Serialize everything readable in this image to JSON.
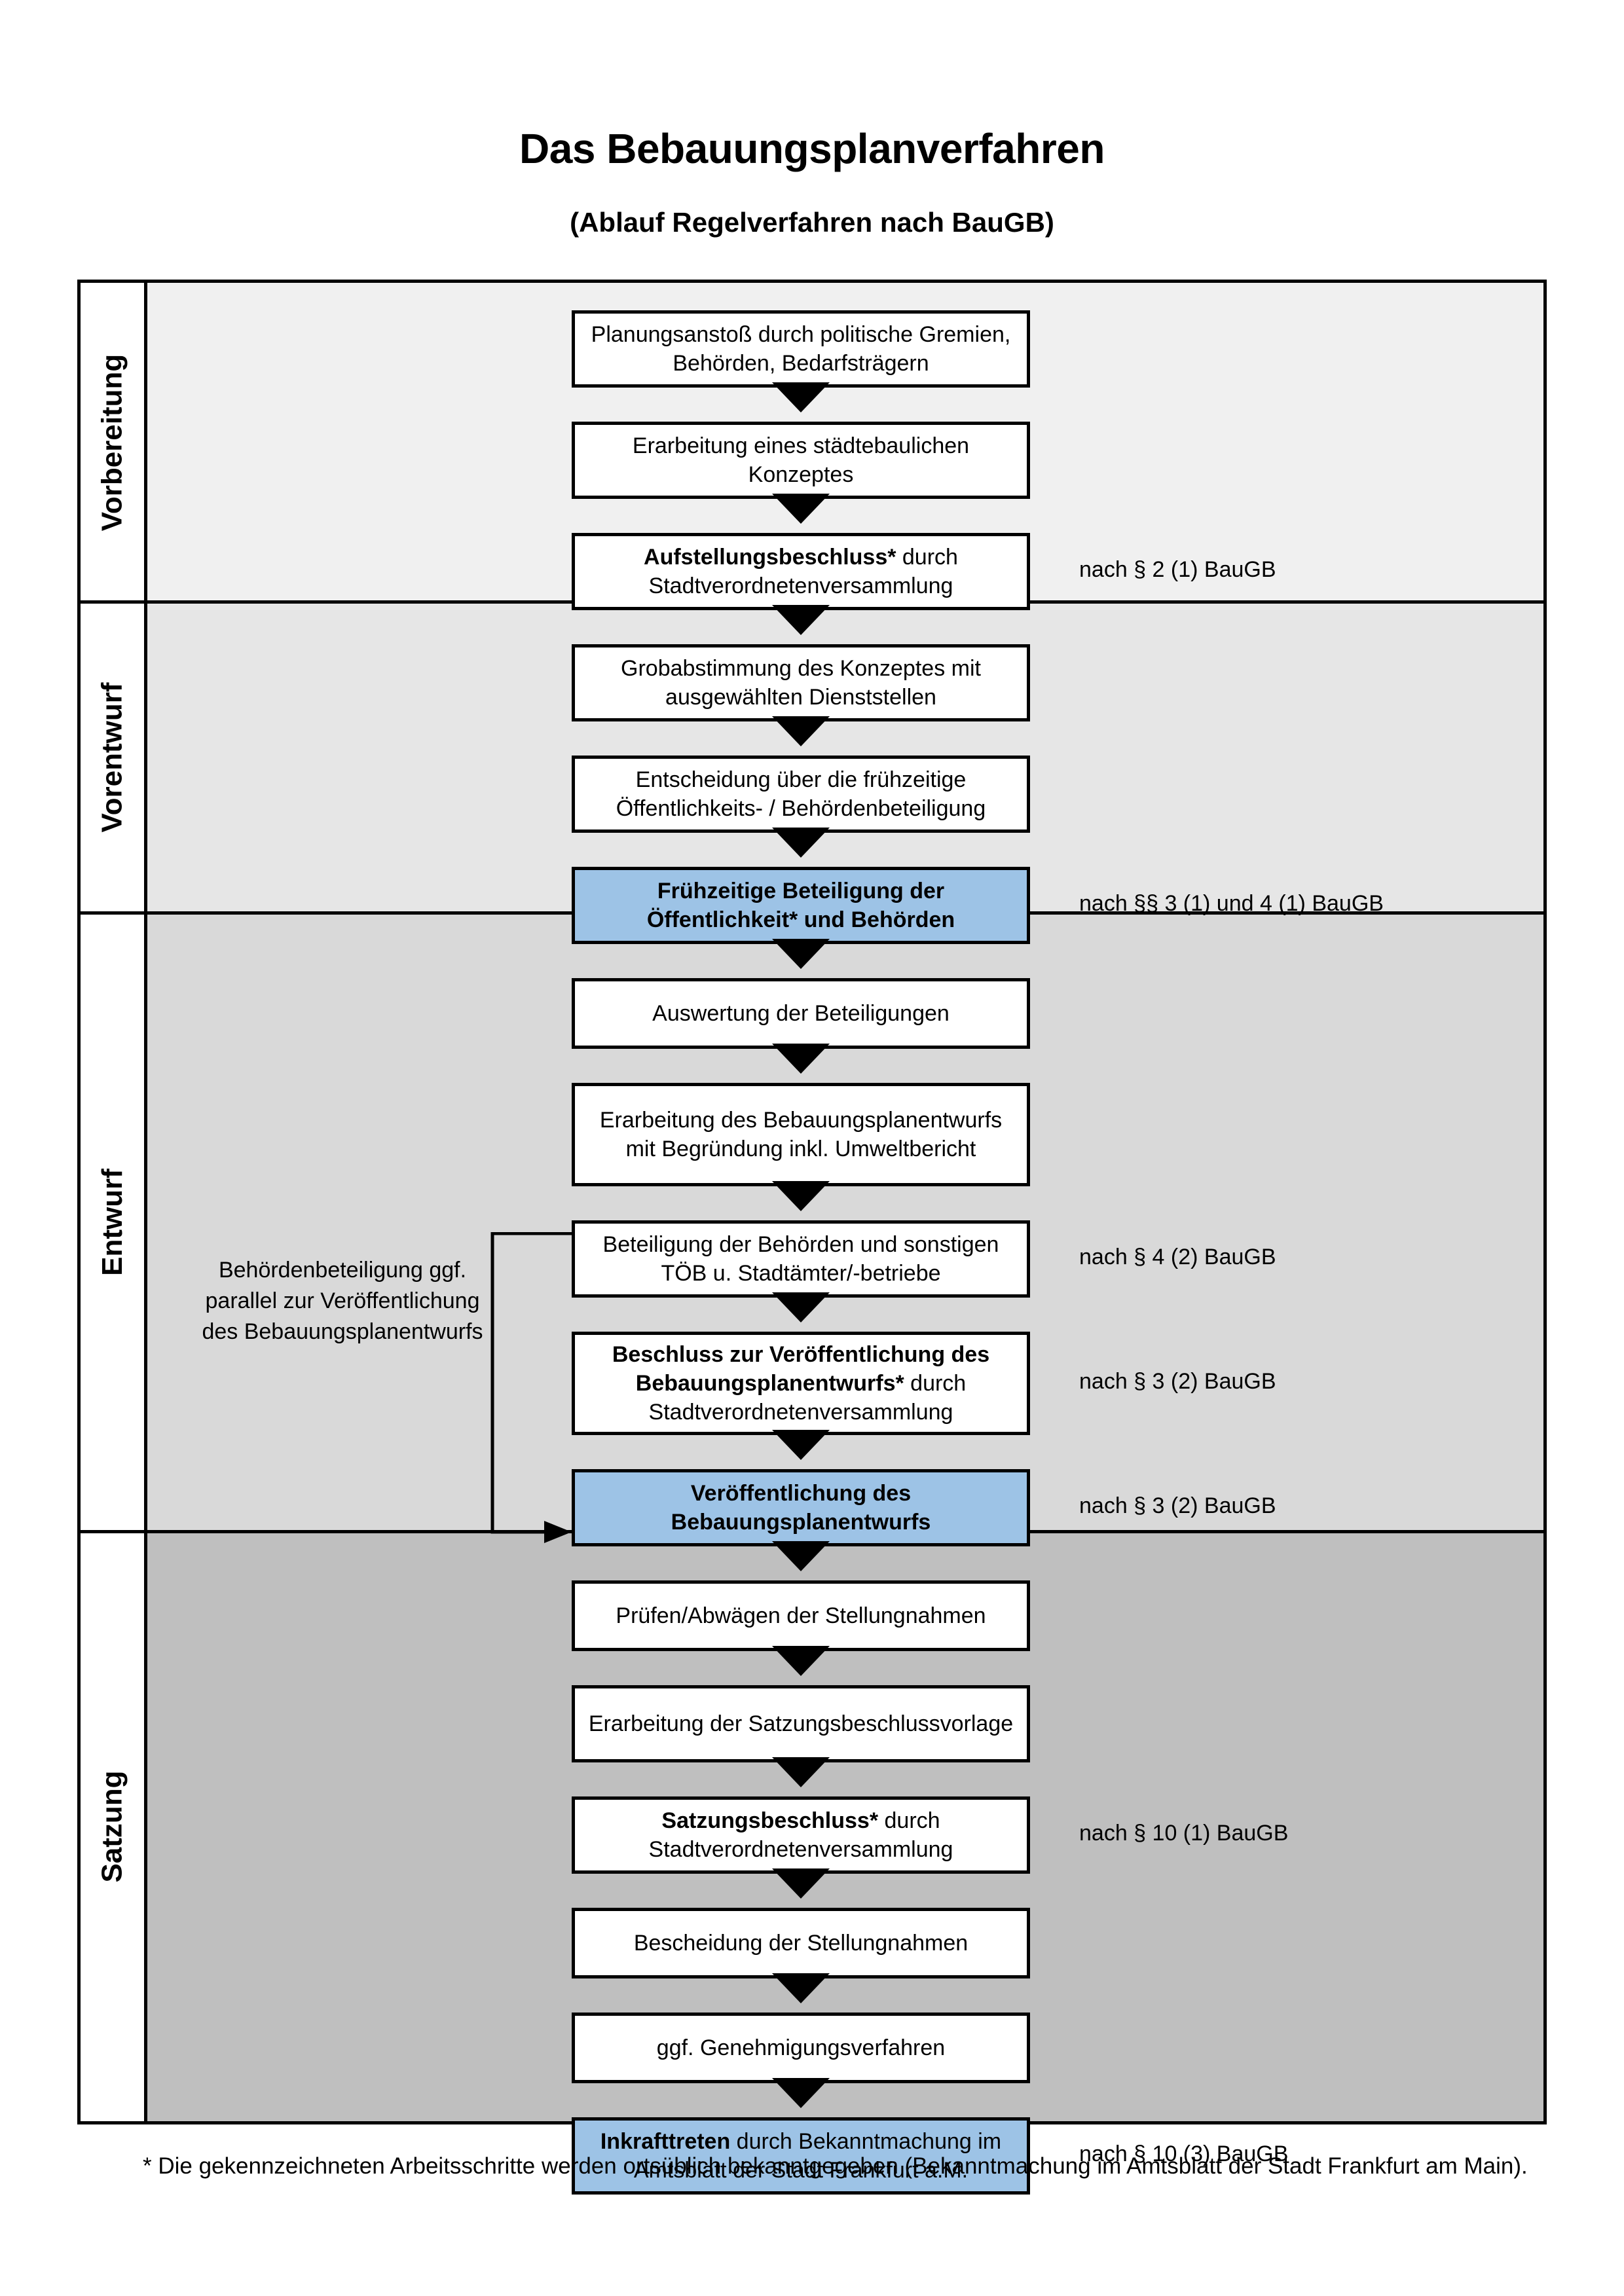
{
  "header": {
    "title": "Das Bebauungsplanverfahren",
    "subtitle": "(Ablauf Regelverfahren nach BauGB)"
  },
  "colors": {
    "highlight_blue": "#9DC3E6",
    "phase1_band": "#F0F0F0",
    "phase2_band": "#E6E6E6",
    "phase3_band": "#D9D9D9",
    "phase4_band": "#BFBFBF",
    "border": "#000000"
  },
  "phases": [
    {
      "id": "vorbereitung",
      "label": "Vorbereitung"
    },
    {
      "id": "vorentwurf",
      "label": "Vorentwurf"
    },
    {
      "id": "entwurf",
      "label": "Entwurf"
    },
    {
      "id": "satzung",
      "label": "Satzung"
    }
  ],
  "steps": [
    {
      "id": "s1",
      "phase": "vorbereitung",
      "highlight": false,
      "bold_prefix": "",
      "text": "Planungsanstoß durch politische Gremien, Behörden, Bedarfsträgern"
    },
    {
      "id": "s2",
      "phase": "vorbereitung",
      "highlight": false,
      "bold_prefix": "",
      "text": "Erarbeitung eines städtebaulichen Konzeptes"
    },
    {
      "id": "s3",
      "phase": "vorbereitung",
      "highlight": false,
      "bold_prefix": "Aufstellungsbeschluss*",
      "text": " durch Stadtverordnetenversammlung"
    },
    {
      "id": "s4",
      "phase": "vorentwurf",
      "highlight": false,
      "bold_prefix": "",
      "text": "Grobabstimmung des Konzeptes mit ausgewählten Dienststellen"
    },
    {
      "id": "s5",
      "phase": "vorentwurf",
      "highlight": false,
      "bold_prefix": "",
      "text": "Entscheidung über die frühzeitige Öffentlichkeits- / Behördenbeteiligung"
    },
    {
      "id": "s6",
      "phase": "vorentwurf",
      "highlight": true,
      "bold_prefix": "Frühzeitige Beteiligung der Öffentlichkeit* und Behörden",
      "text": ""
    },
    {
      "id": "s7",
      "phase": "entwurf",
      "highlight": false,
      "bold_prefix": "",
      "text": "Auswertung der Beteiligungen"
    },
    {
      "id": "s8",
      "phase": "entwurf",
      "highlight": false,
      "bold_prefix": "",
      "text": "Erarbeitung des Bebauungsplanentwurfs mit Begründung inkl. Umweltbericht"
    },
    {
      "id": "s9",
      "phase": "entwurf",
      "highlight": false,
      "bold_prefix": "",
      "text": "Beteiligung der Behörden und sonstigen TÖB u. Stadtämter/-betriebe"
    },
    {
      "id": "s10",
      "phase": "entwurf",
      "highlight": false,
      "bold_prefix": "Beschluss zur Veröffentlichung des Bebauungsplanentwurfs*",
      "text": " durch Stadtverordnetenversammlung"
    },
    {
      "id": "s11",
      "phase": "entwurf",
      "highlight": true,
      "bold_prefix": "Veröffentlichung des Bebauungsplanentwurfs",
      "text": ""
    },
    {
      "id": "s12",
      "phase": "satzung",
      "highlight": false,
      "bold_prefix": "",
      "text": "Prüfen/Abwägen der Stellungnahmen"
    },
    {
      "id": "s13",
      "phase": "satzung",
      "highlight": false,
      "bold_prefix": "",
      "text": "Erarbeitung der Satzungsbeschlussvorlage"
    },
    {
      "id": "s14",
      "phase": "satzung",
      "highlight": false,
      "bold_prefix": "Satzungsbeschluss*",
      "text": " durch Stadtverordnetenversammlung"
    },
    {
      "id": "s15",
      "phase": "satzung",
      "highlight": false,
      "bold_prefix": "",
      "text": "Bescheidung der Stellungnahmen"
    },
    {
      "id": "s16",
      "phase": "satzung",
      "highlight": false,
      "bold_prefix": "",
      "text": "ggf. Genehmigungsverfahren"
    },
    {
      "id": "s17",
      "phase": "satzung",
      "highlight": true,
      "bold_prefix": "Inkrafttreten",
      "text": " durch Bekanntmachung im Amtsblatt der Stadt Frankfurt a.M."
    }
  ],
  "legal_refs": [
    {
      "id": "r1",
      "for_step": "s3",
      "text": "nach § 2 (1) BauGB"
    },
    {
      "id": "r2",
      "for_step": "s6",
      "text": "nach §§ 3 (1) und 4 (1) BauGB"
    },
    {
      "id": "r3",
      "for_step": "s9",
      "text": "nach § 4 (2) BauGB"
    },
    {
      "id": "r4",
      "for_step": "s10",
      "text": "nach § 3 (2) BauGB"
    },
    {
      "id": "r5",
      "for_step": "s11",
      "text": "nach § 3 (2) BauGB"
    },
    {
      "id": "r6",
      "for_step": "s14",
      "text": "nach § 10 (1) BauGB"
    },
    {
      "id": "r7",
      "for_step": "s17",
      "text": "nach § 10 (3) BauGB"
    }
  ],
  "side_note": {
    "text": "Behördenbeteiligung ggf. parallel zur Veröffentlichung des Bebauungsplanentwurfs"
  },
  "footnote": {
    "text": "* Die gekennzeichneten Arbeitsschritte werden ortsüblich bekanntgegeben (Bekanntmachung im Amtsblatt  der Stadt Frankfurt am Main)."
  }
}
